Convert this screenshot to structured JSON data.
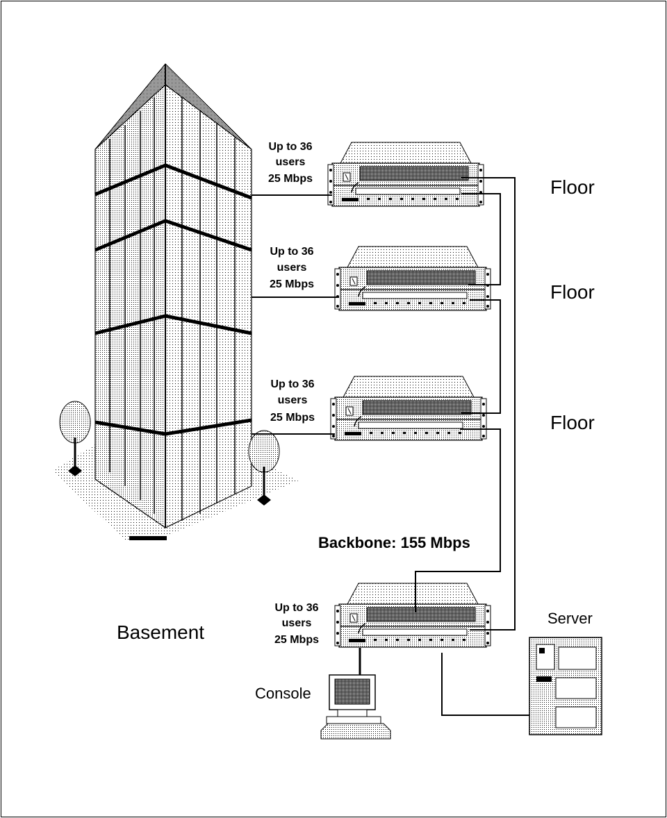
{
  "floor_switches": [
    {
      "line1": "Up to 36",
      "line2": "users",
      "line3": "25 Mbps",
      "floor_label": "Floor"
    },
    {
      "line1": "Up to 36",
      "line2": "users",
      "line3": "25 Mbps",
      "floor_label": "Floor"
    },
    {
      "line1": "Up to 36",
      "line2": "users",
      "line3": "25 Mbps",
      "floor_label": "Floor"
    }
  ],
  "basement": {
    "label": "Basement",
    "line1": "Up to 36",
    "line2": "users",
    "line3": "25 Mbps"
  },
  "backbone_label": "Backbone: 155 Mbps",
  "server_label": "Server",
  "console_label": "Console"
}
